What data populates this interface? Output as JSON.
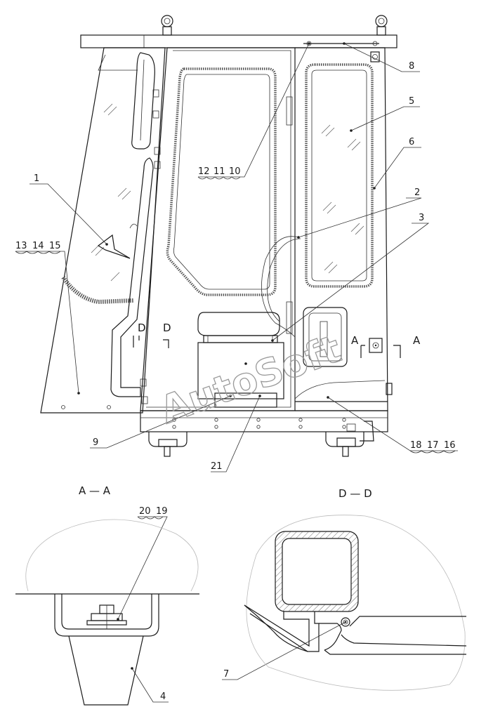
{
  "watermark": "AutoSoft",
  "section_labels": {
    "a_a_mark": "A",
    "a_a_title": "A — A",
    "d_d_mark": "D",
    "d_d_title": "D — D"
  },
  "callouts": {
    "c1": "1",
    "c2": "2",
    "c3": "3",
    "c4": "4",
    "c5": "5",
    "c6": "6",
    "c7": "7",
    "c8": "8",
    "c9": "9",
    "c10": "10",
    "c11": "11",
    "c12": "12",
    "c13": "13",
    "c14": "14",
    "c15": "15",
    "c16": "16",
    "c17": "17",
    "c18": "18",
    "c19": "19",
    "c20": "20",
    "c21": "21"
  }
}
